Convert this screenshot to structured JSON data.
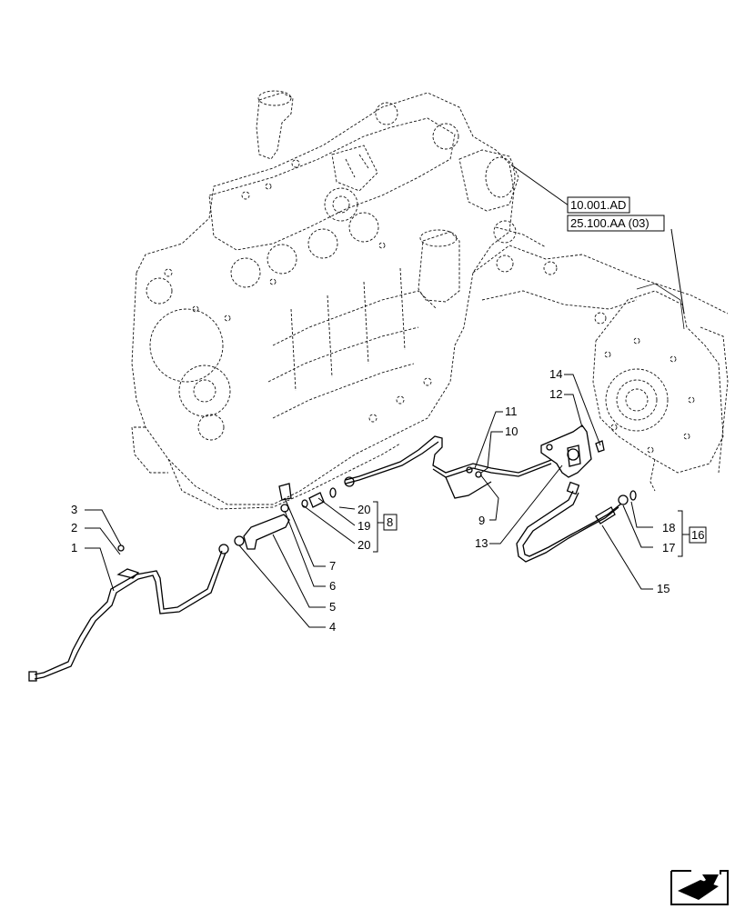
{
  "references": {
    "ref_a": "10.001.AD",
    "ref_b": "25.100.AA (03)"
  },
  "callouts": {
    "c1": "1",
    "c2": "2",
    "c3": "3",
    "c4": "4",
    "c5": "5",
    "c6": "6",
    "c7": "7",
    "c8": "8",
    "c9": "9",
    "c10": "10",
    "c11": "11",
    "c12": "12",
    "c13": "13",
    "c14": "14",
    "c15": "15",
    "c16": "16",
    "c17": "17",
    "c18": "18",
    "c19": "19",
    "c20a": "20",
    "c20b": "20"
  },
  "nav_icon": "next-page-arrow-icon"
}
